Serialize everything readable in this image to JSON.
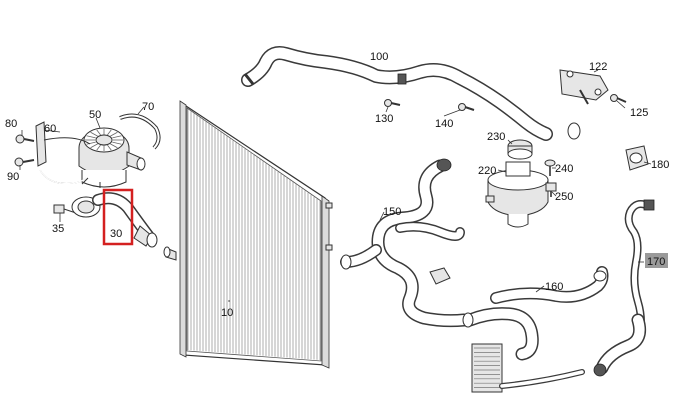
{
  "labels": {
    "p10": "10",
    "p30": "30",
    "p35": "35",
    "p50": "50",
    "p60": "60",
    "p70": "70",
    "p80": "80",
    "p90": "90",
    "p100": "100",
    "p122": "122",
    "p125": "125",
    "p130": "130",
    "p140": "140",
    "p150": "150",
    "p160": "160",
    "p170": "170",
    "p180": "180",
    "p220": "220",
    "p230": "230",
    "p240": "240",
    "p250": "250"
  },
  "highlight": {
    "part": "30",
    "box_color": "#d42020"
  },
  "colors": {
    "label_170_bg": "#9a9a9a",
    "line": "#333333"
  }
}
